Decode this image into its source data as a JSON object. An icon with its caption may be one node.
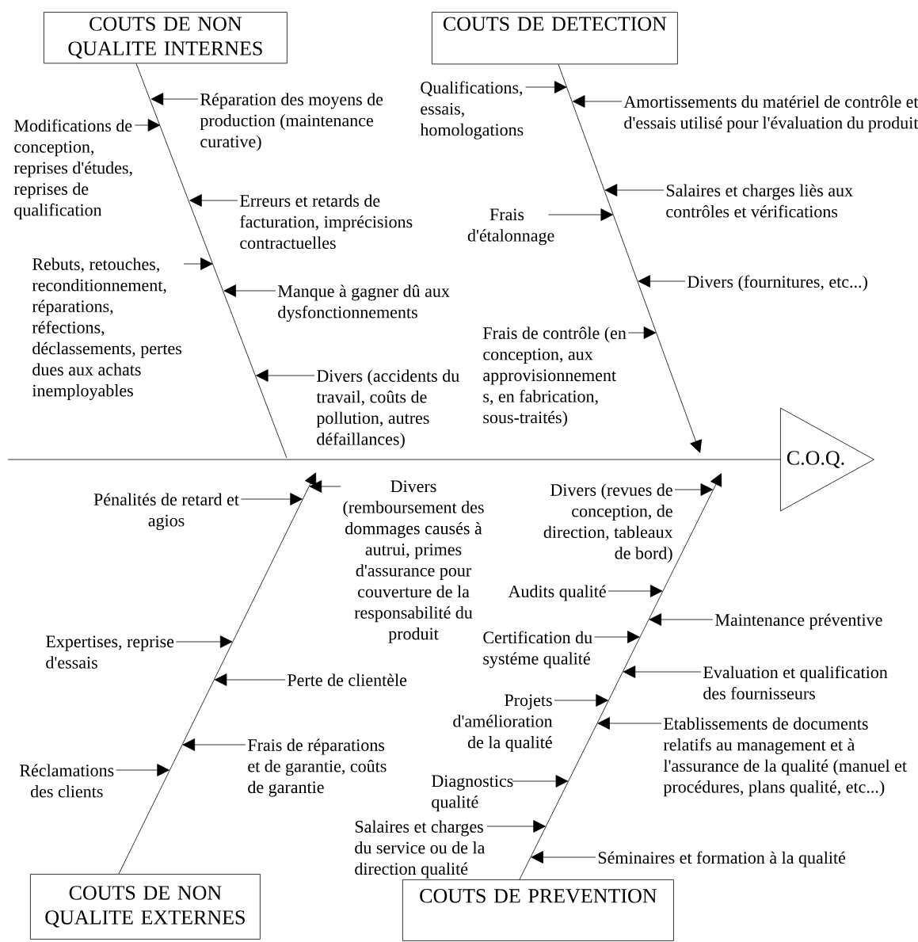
{
  "diagram": {
    "nodes": [
      {
        "text": [
          "COUTS DE NON QUALITE INTERNES"
        ]
      },
      {
        "text": [
          "COUTS DE DETECTION"
        ]
      },
      {
        "text": [
          "COUTS DE NON QUALITE EXTERNES"
        ]
      },
      {
        "text": [
          "COUTS DE PREVENTION"
        ]
      },
      {
        "text": [
          "C.O.Q."
        ]
      },
      {
        "text": [
          "Modifications de conception, reprises d'études, reprises de qualification"
        ]
      },
      {
        "text": [
          "Réparation des moyens de production (maintenance curative)"
        ]
      },
      {
        "text": [
          "Erreurs et retards de facturation, imprécisions contractuelles"
        ]
      },
      {
        "text": [
          "Rebuts, retouches, reconditionnement, réparations, réfections, déclassements, pertes dues aux achats inemployables"
        ]
      },
      {
        "text": [
          "Manque à gagner dû aux dysfonctionnements"
        ]
      },
      {
        "text": [
          "Divers (accidents du travail, coûts de pollution, autres défaillances)"
        ]
      },
      {
        "text": [
          "Qualifications, essais, homologations"
        ]
      },
      {
        "text": [
          "Amortissements du matériel de contrôle et d'essais utilisé pour l'évaluation du produit"
        ]
      },
      {
        "text": [
          "Salaires et charges liès aux contrôles et vérifications"
        ]
      },
      {
        "text": [
          "Frais d'étalonnage"
        ]
      },
      {
        "text": [
          "Divers (fournitures, etc...)"
        ]
      },
      {
        "text": [
          "Frais de contrôle (en conception, aux approvisionnement s, en fabrication, sous-traités)"
        ]
      },
      {
        "text": [
          "Pénalités de retard et agios"
        ]
      },
      {
        "text": [
          "Divers (remboursement des dommages causés à autrui, primes d'assurance pour couverture de la responsabilité du produit"
        ]
      },
      {
        "text": [
          "Expertises, reprise d'essais"
        ]
      },
      {
        "text": [
          "Perte de clientèle"
        ]
      },
      {
        "text": [
          "Frais de réparations et de garantie, coûts de garantie"
        ]
      },
      {
        "text": [
          "Réclamations des clients"
        ]
      },
      {
        "text": [
          "Divers (revues de conception, de direction, tableaux de bord)"
        ]
      },
      {
        "text": [
          "Audits qualité"
        ]
      },
      {
        "text": [
          "Maintenance préventive"
        ]
      },
      {
        "text": [
          "Certification du systéme qualité"
        ]
      },
      {
        "text": [
          "Evaluation et qualification des fournisseurs"
        ]
      },
      {
        "text": [
          "Projets d'amélioration de la qualité"
        ]
      },
      {
        "text": [
          "Etablissements de documents relatifs au management et à l'assurance de la qualité (manuel et procédures, plans qualité, etc...)"
        ]
      },
      {
        "text": [
          "Diagnostics qualité"
        ]
      },
      {
        "text": [
          "Salaires et charges du service ou de la direction qualité"
        ]
      },
      {
        "text": [
          "Séminaires et formation à la qualité"
        ]
      }
    ],
    "edges": [
      {
        "from": 0,
        "to": null,
        "arrow": "none"
      },
      {
        "from": 1,
        "to": null,
        "arrow": "to"
      },
      {
        "from": 2,
        "to": null,
        "arrow": "to"
      },
      {
        "from": 3,
        "to": null,
        "arrow": "to"
      },
      {
        "from": null,
        "to": 4,
        "arrow": "none"
      },
      {
        "from": 5,
        "to": null,
        "arrow": "to"
      },
      {
        "from": 6,
        "to": null,
        "arrow": "to"
      },
      {
        "from": 7,
        "to": null,
        "arrow": "to"
      },
      {
        "from": 8,
        "to": null,
        "arrow": "to"
      },
      {
        "from": 9,
        "to": null,
        "arrow": "to"
      },
      {
        "from": 10,
        "to": null,
        "arrow": "to"
      },
      {
        "from": 11,
        "to": null,
        "arrow": "to"
      },
      {
        "from": 12,
        "to": null,
        "arrow": "to"
      },
      {
        "from": 13,
        "to": null,
        "arrow": "to"
      },
      {
        "from": 14,
        "to": null,
        "arrow": "to"
      },
      {
        "from": 15,
        "to": null,
        "arrow": "to"
      },
      {
        "from": 16,
        "to": null,
        "arrow": "to"
      },
      {
        "from": 17,
        "to": null,
        "arrow": "to"
      },
      {
        "from": 18,
        "to": null,
        "arrow": "to"
      },
      {
        "from": 19,
        "to": null,
        "arrow": "to"
      },
      {
        "from": 20,
        "to": null,
        "arrow": "to"
      },
      {
        "from": 21,
        "to": null,
        "arrow": "to"
      },
      {
        "from": 22,
        "to": null,
        "arrow": "to"
      },
      {
        "from": 23,
        "to": null,
        "arrow": "to"
      },
      {
        "from": 24,
        "to": null,
        "arrow": "to"
      },
      {
        "from": 25,
        "to": null,
        "arrow": "to"
      },
      {
        "from": 26,
        "to": null,
        "arrow": "to"
      },
      {
        "from": 27,
        "to": null,
        "arrow": "to"
      },
      {
        "from": 28,
        "to": null,
        "arrow": "to"
      },
      {
        "from": 29,
        "to": null,
        "arrow": "to"
      },
      {
        "from": 30,
        "to": null,
        "arrow": "to"
      },
      {
        "from": 31,
        "to": null,
        "arrow": "to"
      },
      {
        "from": 32,
        "to": null,
        "arrow": "to"
      }
    ]
  }
}
